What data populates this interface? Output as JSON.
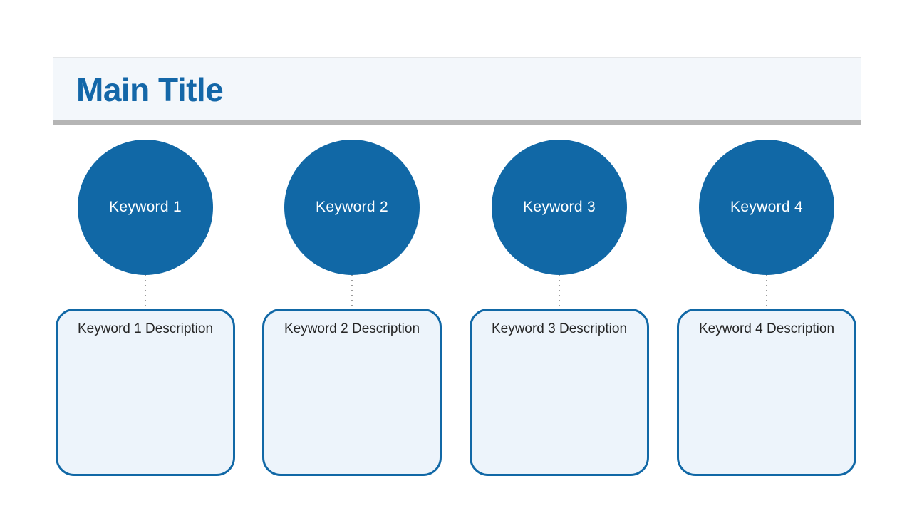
{
  "header": {
    "title": "Main Title"
  },
  "items": [
    {
      "keyword": "Keyword 1",
      "description": "Keyword 1 Description"
    },
    {
      "keyword": "Keyword 2",
      "description": "Keyword 2 Description"
    },
    {
      "keyword": "Keyword 3",
      "description": "Keyword 3 Description"
    },
    {
      "keyword": "Keyword 4",
      "description": "Keyword 4 Description"
    }
  ],
  "colors": {
    "accent_blue": "#1168a6",
    "title_text": "#1467a8",
    "circle_text": "#ffffff",
    "box_fill": "#edf4fb",
    "band_fill": "#f3f7fb",
    "band_shadow": "#b5b5b5",
    "connector_dot": "#9c9c9c",
    "description_text": "#262626"
  }
}
